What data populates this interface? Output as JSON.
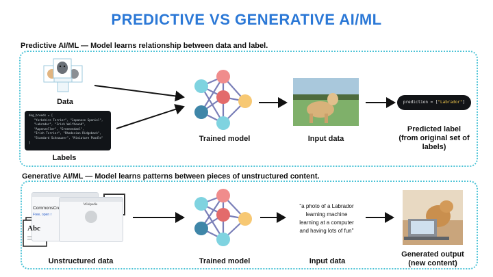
{
  "title": "PREDICTIVE VS GENERATIVE AI/ML",
  "predictive": {
    "heading": "Predictive AI/ML — Model learns relationship between data and label.",
    "data_label": "Data",
    "labels_label": "Labels",
    "code_lines": [
      "dog_breeds = [",
      "   \"Yorkshire Terrier\", \"Japanese Spaniel\",",
      "   \"Labrador\", \"Irish Wolfhound\",",
      "   \"Appenzeller\", \"Greenendael\",",
      "   \"Irish Terrier\", \"Rhodesian Ridgeback\",",
      "   \"Standard Schnauzer\", \"Miniature Poodle\"",
      "]"
    ],
    "model_label": "Trained model",
    "input_label": "Input data",
    "prediction_prefix": "prediction = [",
    "prediction_value": "\"Labrador\"",
    "prediction_suffix": "]",
    "output_label": "Predicted label\n(from original set of\nlabels)"
  },
  "generative": {
    "heading": "Generative AI/ML — Model learns patterns between pieces of unstructured content.",
    "commons_text": "CommonsCre",
    "commons_sub": "Free, open r",
    "wiki_title": "Wikipedia",
    "abc_text": "Abc",
    "unstructured_label": "Unstructured data",
    "model_label": "Trained model",
    "prompt_text": "\"a photo of a Labrador\nlearning machine\nlearning at a computer\nand having lots of fun\"",
    "input_label": "Input data",
    "output_label": "Generated output\n(new content)"
  },
  "colors": {
    "title": "#2b78d6",
    "panel_border": "#4cc3d6",
    "node_teal": "#7fd3e0",
    "node_red": "#f08c8c",
    "node_orange": "#f7c873",
    "node_blue": "#3f86a8",
    "node_dark_red": "#e36b6b"
  }
}
